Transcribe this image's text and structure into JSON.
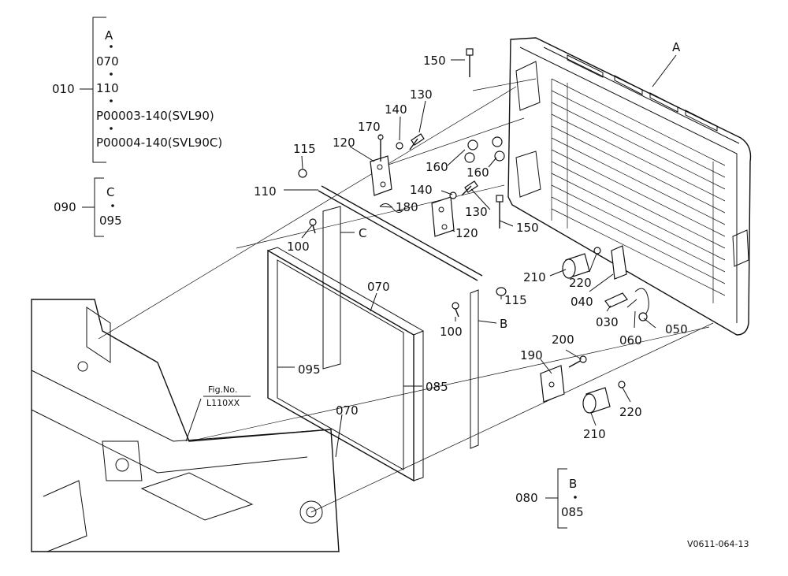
{
  "callouts": [
    {
      "id": "a",
      "text": "A"
    },
    {
      "id": "070top",
      "text": "070"
    },
    {
      "id": "110top",
      "text": "110"
    },
    {
      "id": "p3",
      "text": "P00003-140(SVL90)"
    },
    {
      "id": "p4",
      "text": "P00004-140(SVL90C)"
    },
    {
      "id": "010",
      "text": "010"
    },
    {
      "id": "c",
      "text": "C"
    },
    {
      "id": "095top",
      "text": "095"
    },
    {
      "id": "090",
      "text": "090"
    },
    {
      "id": "b",
      "text": "B"
    },
    {
      "id": "085bot",
      "text": "085"
    },
    {
      "id": "080",
      "text": "080"
    }
  ],
  "part_labels": [
    {
      "id": "150a",
      "text": "150"
    },
    {
      "id": "Amark",
      "text": "A"
    },
    {
      "id": "130a",
      "text": "130"
    },
    {
      "id": "140a",
      "text": "140"
    },
    {
      "id": "170",
      "text": "170"
    },
    {
      "id": "115a",
      "text": "115"
    },
    {
      "id": "120a",
      "text": "120"
    },
    {
      "id": "160a",
      "text": "160"
    },
    {
      "id": "160b",
      "text": "160"
    },
    {
      "id": "110",
      "text": "110"
    },
    {
      "id": "140b",
      "text": "140"
    },
    {
      "id": "180",
      "text": "180"
    },
    {
      "id": "130b",
      "text": "130"
    },
    {
      "id": "100a",
      "text": "100"
    },
    {
      "id": "Cmark",
      "text": "C"
    },
    {
      "id": "120b",
      "text": "120"
    },
    {
      "id": "150b",
      "text": "150"
    },
    {
      "id": "070a",
      "text": "070"
    },
    {
      "id": "210a",
      "text": "210"
    },
    {
      "id": "220a",
      "text": "220"
    },
    {
      "id": "115b",
      "text": "115"
    },
    {
      "id": "040",
      "text": "040"
    },
    {
      "id": "100b",
      "text": "100"
    },
    {
      "id": "Bmark",
      "text": "B"
    },
    {
      "id": "030",
      "text": "030"
    },
    {
      "id": "060",
      "text": "060"
    },
    {
      "id": "050",
      "text": "050"
    },
    {
      "id": "095",
      "text": "095"
    },
    {
      "id": "085",
      "text": "085"
    },
    {
      "id": "200",
      "text": "200"
    },
    {
      "id": "190",
      "text": "190"
    },
    {
      "id": "fig1",
      "text": "Fig.No."
    },
    {
      "id": "fig2",
      "text": "L110XX"
    },
    {
      "id": "220b",
      "text": "220"
    },
    {
      "id": "070b",
      "text": "070"
    },
    {
      "id": "210b",
      "text": "210"
    },
    {
      "id": "code",
      "text": "V0611-064-13"
    }
  ]
}
